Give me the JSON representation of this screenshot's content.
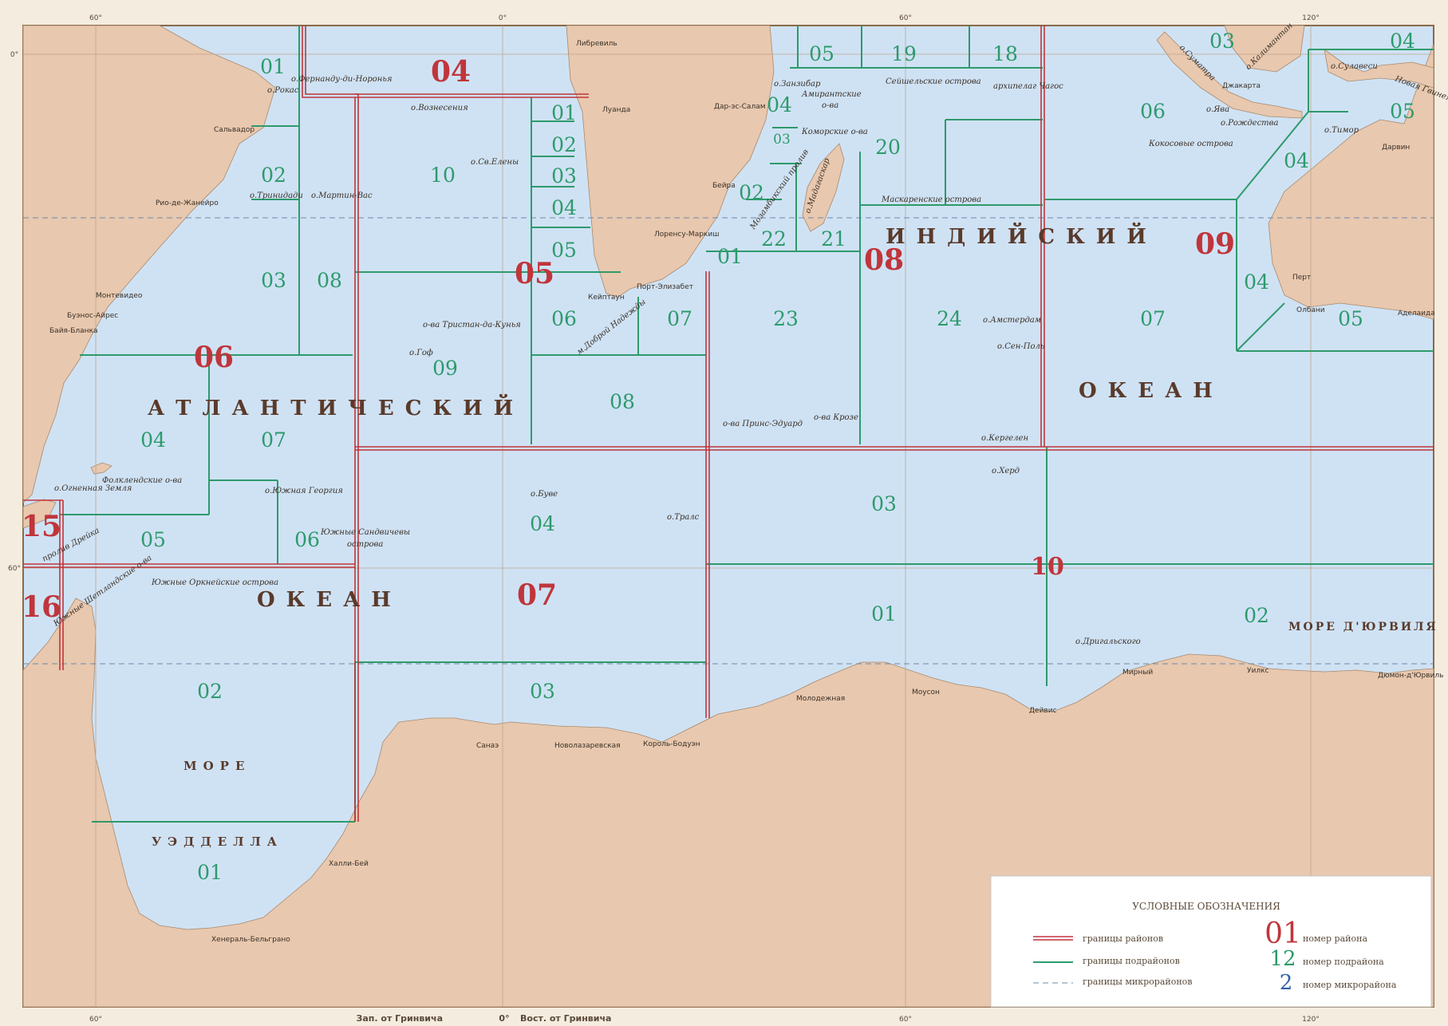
{
  "colors": {
    "land": "#e8c8ae",
    "sea": "#cfe2f4",
    "district": "#c0353b",
    "subdistrict": "#2e9a6b",
    "micro": "#2f62a6"
  },
  "lon_top": [
    "60°",
    "0°",
    "60°",
    "120°"
  ],
  "lon_bottom": [
    "60°",
    "60°",
    "120°"
  ],
  "lat_left": [
    "0°",
    "60°"
  ],
  "bottom_caption": {
    "west": "Зап. от Гринвича",
    "zero": "0°",
    "east": "Вост. от Гринвича"
  },
  "oceans": [
    "АТЛАНТИЧЕСКИЙ",
    "ОКЕАН",
    "ИНДИЙСКИЙ",
    "ОКЕАН"
  ],
  "seas": [
    "МОРЕ",
    "УЭДДЕЛЛА",
    "МОРЕ Д'ЮРВИЛЯ"
  ],
  "districts": [
    "04",
    "05",
    "06",
    "07",
    "08",
    "09",
    "10",
    "15",
    "16"
  ],
  "subdistricts": [
    "01",
    "02",
    "03",
    "08",
    "04",
    "07",
    "05",
    "06",
    "02",
    "01",
    "10",
    "09",
    "01",
    "02",
    "03",
    "04",
    "05",
    "06",
    "07",
    "08",
    "04",
    "03",
    "05",
    "19",
    "18",
    "04",
    "03",
    "20",
    "02",
    "22",
    "21",
    "01",
    "23",
    "24",
    "03",
    "01",
    "03",
    "04",
    "05",
    "06",
    "04",
    "07",
    "05",
    "04",
    "02"
  ],
  "places": [
    "о.Фернанду-ди-Норонья",
    "о.Рокас",
    "Сальвадор",
    "о.Тринидади",
    "о.Мартин-Вас",
    "Рио-де-Жанейро",
    "Монтевидео",
    "Буэнос-Айрес",
    "Байя-Бланка",
    "Фолклендские о-ва",
    "о.Огненная Земля",
    "о.Южная Георгия",
    "Южные Сандвичевы",
    "острова",
    "пролив Дрейка",
    "Южные Шетландские о-ва",
    "Южные Оркнейские острова",
    "Халли-Бей",
    "Хенераль-Бельграно",
    "Либревиль",
    "Луанда",
    "о.Вознесения",
    "о.Св.Елены",
    "о-ва Тристан-да-Кунья",
    "о.Гоф",
    "Кейптаун",
    "Порт-Элизабет",
    "м.Доброй Надежды",
    "о.Буве",
    "о.Тралс",
    "Санаэ",
    "Новолазаревская",
    "Король-Бодуэн",
    "Дар-эс-Салам",
    "о.Занзибар",
    "Амирантские",
    "о-ва",
    "Сейшельские острова",
    "архипелаг Чагос",
    "Коморские о-ва",
    "Бейра",
    "Мозамбикский пролив",
    "о.Мадагаскар",
    "Лоренсу-Маркиш",
    "Маскаренские острова",
    "о-ва Принс-Эдуард",
    "о-ва Крозе",
    "о.Амстердам",
    "о.Сен-Поль",
    "о.Кергелен",
    "о.Херд",
    "Молодежная",
    "Моусон",
    "Дейвис",
    "о.Дригальского",
    "Мирный",
    "Уилкс",
    "Дюмон-д'Юрвиль",
    "о.Суматра",
    "о.Калимантан",
    "о.Сулавеси",
    "Новая Гвинея",
    "Джакарта",
    "о.Ява",
    "о.Рождества",
    "Кокосовые острова",
    "о.Тимор",
    "Дарвин",
    "Перт",
    "Олбани",
    "Аделаида"
  ],
  "legend": {
    "title": "УСЛОВНЫЕ ОБОЗНАЧЕНИЯ",
    "district_border": "границы районов",
    "subdistrict_border": "границы подрайонов",
    "micro_border": "границы микрорайонов",
    "district_sample": "01",
    "district_number": "номер района",
    "subdistrict_sample": "12",
    "subdistrict_number": "номер подрайона",
    "micro_sample": "2",
    "micro_number": "номер микрорайона"
  }
}
